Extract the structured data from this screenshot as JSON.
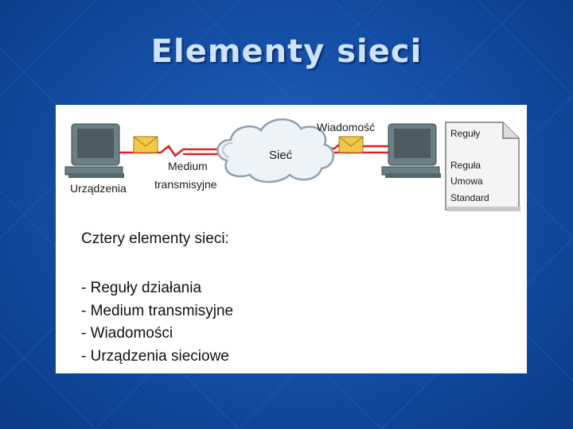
{
  "slide": {
    "title": "Elementy sieci"
  },
  "diagram": {
    "cloud_label": "Sieć",
    "message_label": "Wiadomość",
    "medium_label_1": "Medium",
    "medium_label_2": "transmisyjne",
    "device_label": "Urządzenia",
    "rules_doc": {
      "title": "Reguły",
      "lines": [
        "Reguła",
        "Umowa",
        "Standard"
      ]
    }
  },
  "content": {
    "heading": "Cztery elementy sieci:",
    "items": [
      "- Reguły działania",
      "- Medium transmisyjne",
      "- Wiadomości",
      "- Urządzenia sieciowe"
    ]
  },
  "colors": {
    "background": "#1550a8",
    "title": "#cfe3ff",
    "link_red": "#e02020",
    "envelope": "#f2c84b",
    "monitor": "#5c6f75"
  }
}
